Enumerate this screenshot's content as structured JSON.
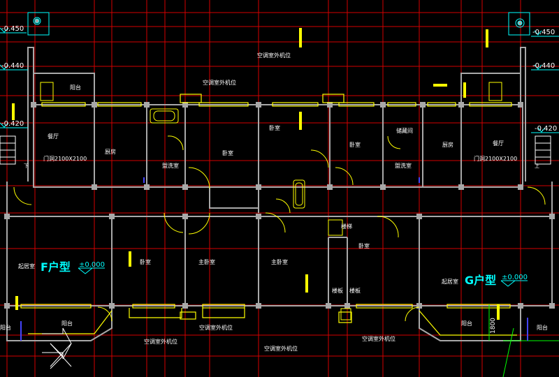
{
  "colors": {
    "background": "#000000",
    "axis": "#ff0000",
    "wall": "#a8a8a8",
    "window": "#ffff00",
    "label": "#ffffff",
    "unit_label": "#00ffff",
    "dimension": "#00ffff",
    "door": "#ffff00",
    "dimension_line": "#00ff00"
  },
  "unit_labels": {
    "f_unit": "F户型",
    "g_unit": "G户型"
  },
  "elevations": {
    "top_left": "-0.450",
    "top_right": "-0.450",
    "left_2": "-0.440",
    "right_2": "-0.440",
    "left_3": "-0.420",
    "right_3": "-0.420",
    "f_floor": "±0.000",
    "g_floor": "±0.000"
  },
  "room_labels": {
    "balcony_top": "阳台",
    "living_left": "餐厅",
    "door_left": "门洞2100X2100",
    "kitchen_left": "厨房",
    "laundry_left": "盥洗室",
    "bedroom_center": "卧室",
    "bedroom_c2": "卧室",
    "bedroom_c3": "卧室",
    "storage": "储藏间",
    "laundry_right": "盥洗室",
    "kitchen_right": "厨房",
    "dining_right": "餐厅",
    "door_right": "门洞2100X2100",
    "living_f": "起居室",
    "bedroom_f": "卧室",
    "master_f": "主卧室",
    "master_center": "主卧室",
    "stair": "楼梯",
    "bedroom_g": "卧室",
    "living_g": "起居室",
    "stair_b1": "楼板",
    "stair_b2": "楼板",
    "balcony_f": "阳台",
    "balcony_g": "阳台",
    "balcony_edge_l": "阳台",
    "balcony_edge_r": "阳台"
  },
  "ac_labels": {
    "top_center": "空调室外机位",
    "top_mid": "空调室外机位",
    "bottom_left": "空调室外机位",
    "bottom_mid": "空调室外机位",
    "bottom_center": "空调室外机位",
    "bottom_right": "空调室外机位"
  },
  "dimensions": {
    "right_vertical": "1800"
  },
  "small_marks": {
    "down_left": "下",
    "up_right": "上"
  }
}
